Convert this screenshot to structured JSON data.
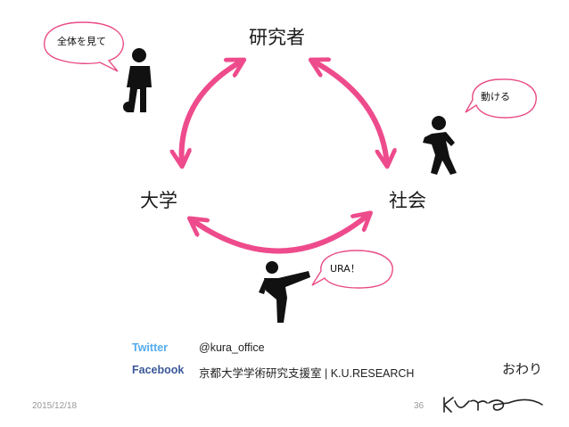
{
  "nodes": {
    "researcher": "研究者",
    "university": "大学",
    "society": "社会"
  },
  "bubbles": {
    "top_left": "全体を見て",
    "top_right": "動ける",
    "bottom": "URA！"
  },
  "contacts": {
    "twitter_label": "Twitter",
    "twitter_value": "@kura_office",
    "facebook_label": "Facebook",
    "facebook_value": "京都大学学術研究支援室 | K.U.RESEARCH"
  },
  "end_text": "おわり",
  "footer": {
    "date": "2015/12/18",
    "page": "36",
    "logo_text": "KURA"
  },
  "colors": {
    "arrow": "#ee4b8c",
    "twitter": "#55acee",
    "facebook": "#3b5998"
  }
}
